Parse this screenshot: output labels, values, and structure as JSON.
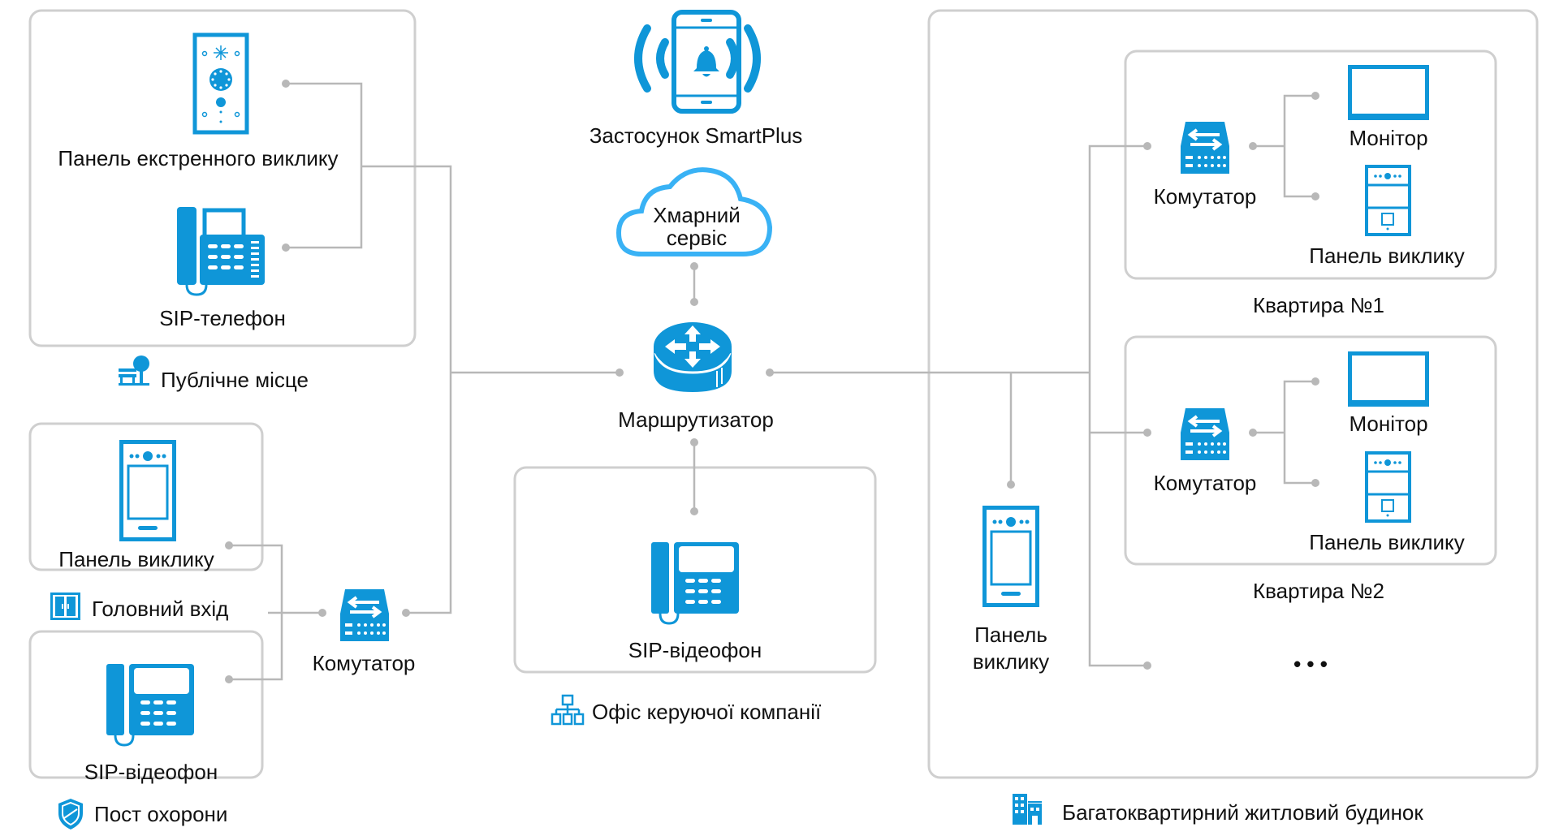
{
  "colors": {
    "accent": "#0f96d8",
    "cloud": "#39b2f5",
    "frame": "#cfcfcf",
    "wire": "#b8b8b8",
    "text": "#111111"
  },
  "groups": {
    "public_place": {
      "label": "Публічне місце",
      "icon": "park-bench-tree-icon"
    },
    "main_entrance": {
      "label": "Головний вхід",
      "icon": "door-icon"
    },
    "security_post": {
      "label": "Пост охорони",
      "icon": "shield-icon"
    },
    "management_office": {
      "label": "Офіс керуючої компанії",
      "icon": "org-chart-icon"
    },
    "apartment_building": {
      "label": "Багатоквартирний житловий будинок",
      "icon": "building-icon"
    },
    "apartment_1": {
      "label": "Квартира №1"
    },
    "apartment_2": {
      "label": "Квартира №2"
    }
  },
  "devices": {
    "emergency_panel": {
      "label": "Панель екстренного виклику",
      "icon": "emergency-call-panel-icon"
    },
    "sip_phone": {
      "label": "SIP-телефон",
      "icon": "sip-phone-icon"
    },
    "entrance_panel": {
      "label": "Панель виклику",
      "icon": "door-station-icon"
    },
    "guard_videophone": {
      "label": "SIP-відеофон",
      "icon": "sip-videophone-icon"
    },
    "left_switch": {
      "label": "Комутатор",
      "icon": "network-switch-icon"
    },
    "smartplus_app": {
      "label": "Застосунок SmartPlus",
      "icon": "smartphone-bell-icon"
    },
    "cloud": {
      "label_line1": "Хмарний",
      "label_line2": "сервіс",
      "icon": "cloud-icon"
    },
    "router": {
      "label": "Маршрутизатор",
      "icon": "router-icon"
    },
    "office_videophone": {
      "label": "SIP-відеофон",
      "icon": "sip-videophone-icon"
    },
    "building_panel": {
      "label_line1": "Панель",
      "label_line2": "виклику",
      "icon": "door-station-icon"
    },
    "apt1_switch": {
      "label": "Комутатор",
      "icon": "network-switch-icon"
    },
    "apt1_monitor": {
      "label": "Монітор",
      "icon": "monitor-icon"
    },
    "apt1_panel": {
      "label": "Панель виклику",
      "icon": "indoor-panel-icon"
    },
    "apt2_switch": {
      "label": "Комутатор",
      "icon": "network-switch-icon"
    },
    "apt2_monitor": {
      "label": "Монітор",
      "icon": "monitor-icon"
    },
    "apt2_panel": {
      "label": "Панель виклику",
      "icon": "indoor-panel-icon"
    },
    "more": {
      "label": "• • •"
    }
  }
}
